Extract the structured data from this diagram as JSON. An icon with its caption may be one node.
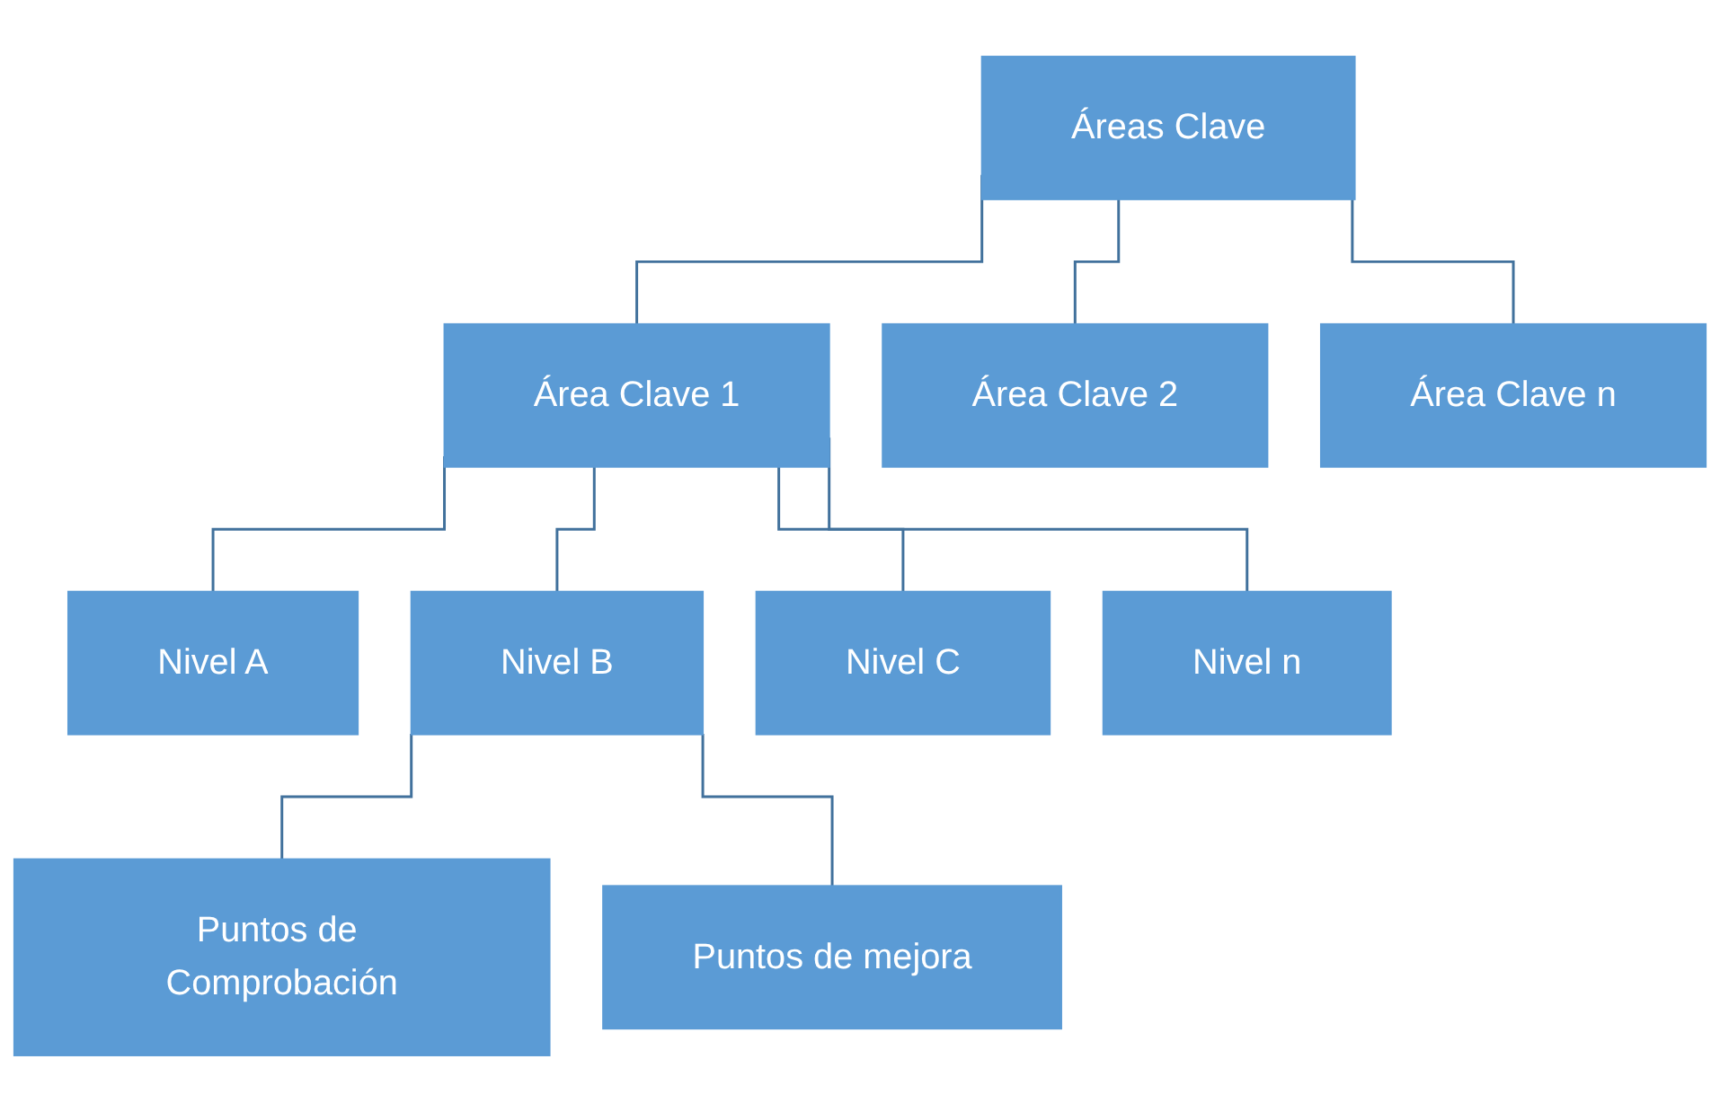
{
  "diagram": {
    "nodes": [
      {
        "text": [
          "Áreas Clave"
        ]
      },
      {
        "text": [
          "Área Clave 1"
        ]
      },
      {
        "text": [
          "Área Clave 2"
        ]
      },
      {
        "text": [
          "Área Clave n"
        ]
      },
      {
        "text": [
          "Nivel A"
        ]
      },
      {
        "text": [
          "Nivel B"
        ]
      },
      {
        "text": [
          "Nivel C"
        ]
      },
      {
        "text": [
          "Nivel n"
        ]
      },
      {
        "text": [
          "Puntos de Comprobación"
        ]
      },
      {
        "text": [
          "Puntos de mejora"
        ]
      }
    ],
    "edges": [
      {
        "from": 0,
        "to": 1,
        "arrow": "none"
      },
      {
        "from": 0,
        "to": 2,
        "arrow": "none"
      },
      {
        "from": 0,
        "to": 3,
        "arrow": "none"
      },
      {
        "from": 1,
        "to": 4,
        "arrow": "none"
      },
      {
        "from": 1,
        "to": 5,
        "arrow": "none"
      },
      {
        "from": 1,
        "to": 6,
        "arrow": "none"
      },
      {
        "from": 1,
        "to": 7,
        "arrow": "none"
      },
      {
        "from": 5,
        "to": 8,
        "arrow": "none"
      },
      {
        "from": 5,
        "to": 9,
        "arrow": "none"
      }
    ]
  }
}
